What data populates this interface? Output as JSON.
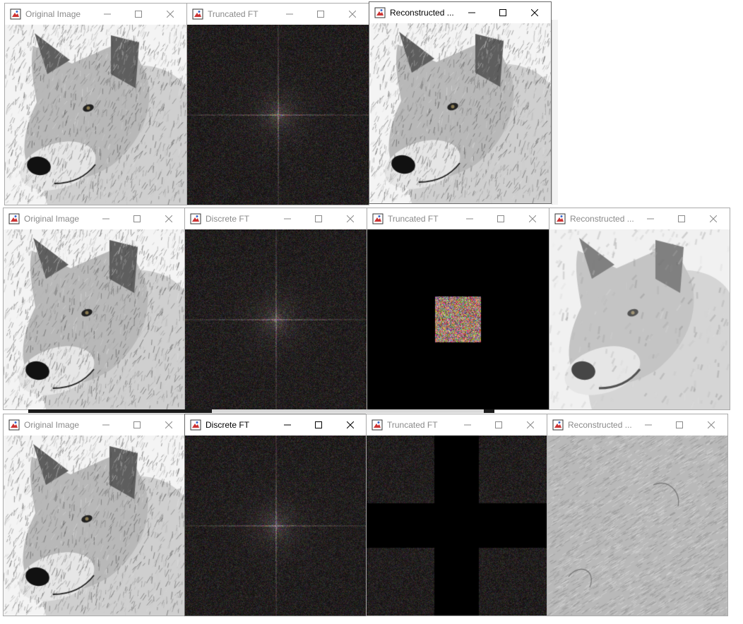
{
  "rows": [
    {
      "windows": [
        {
          "title": "Original Image",
          "content": "wolf",
          "active": false
        },
        {
          "title": "Truncated FT",
          "content": "spectrum",
          "active": false
        },
        {
          "title": "Reconstructed ...",
          "content": "wolf",
          "active": true
        }
      ]
    },
    {
      "windows": [
        {
          "title": "Original Image",
          "content": "wolf",
          "active": false
        },
        {
          "title": "Discrete FT",
          "content": "spectrum",
          "active": false
        },
        {
          "title": "Truncated FT",
          "content": "low-pass",
          "active": false
        },
        {
          "title": "Reconstructed ...",
          "content": "wolf-blur",
          "active": false
        }
      ]
    },
    {
      "windows": [
        {
          "title": "Original Image",
          "content": "wolf",
          "active": false
        },
        {
          "title": "Discrete FT",
          "content": "spectrum",
          "active": true
        },
        {
          "title": "Truncated FT",
          "content": "high-pass",
          "active": false
        },
        {
          "title": "Reconstructed ...",
          "content": "edges",
          "active": false
        }
      ]
    }
  ],
  "icons": {
    "minimize": "minimize-icon",
    "maximize": "maximize-icon",
    "close": "close-icon",
    "app": "java-app-icon"
  },
  "colors": {
    "spectrum_bg": "#141212",
    "truncated_black": "#000000",
    "edges_gray": "#b9b9b9"
  }
}
